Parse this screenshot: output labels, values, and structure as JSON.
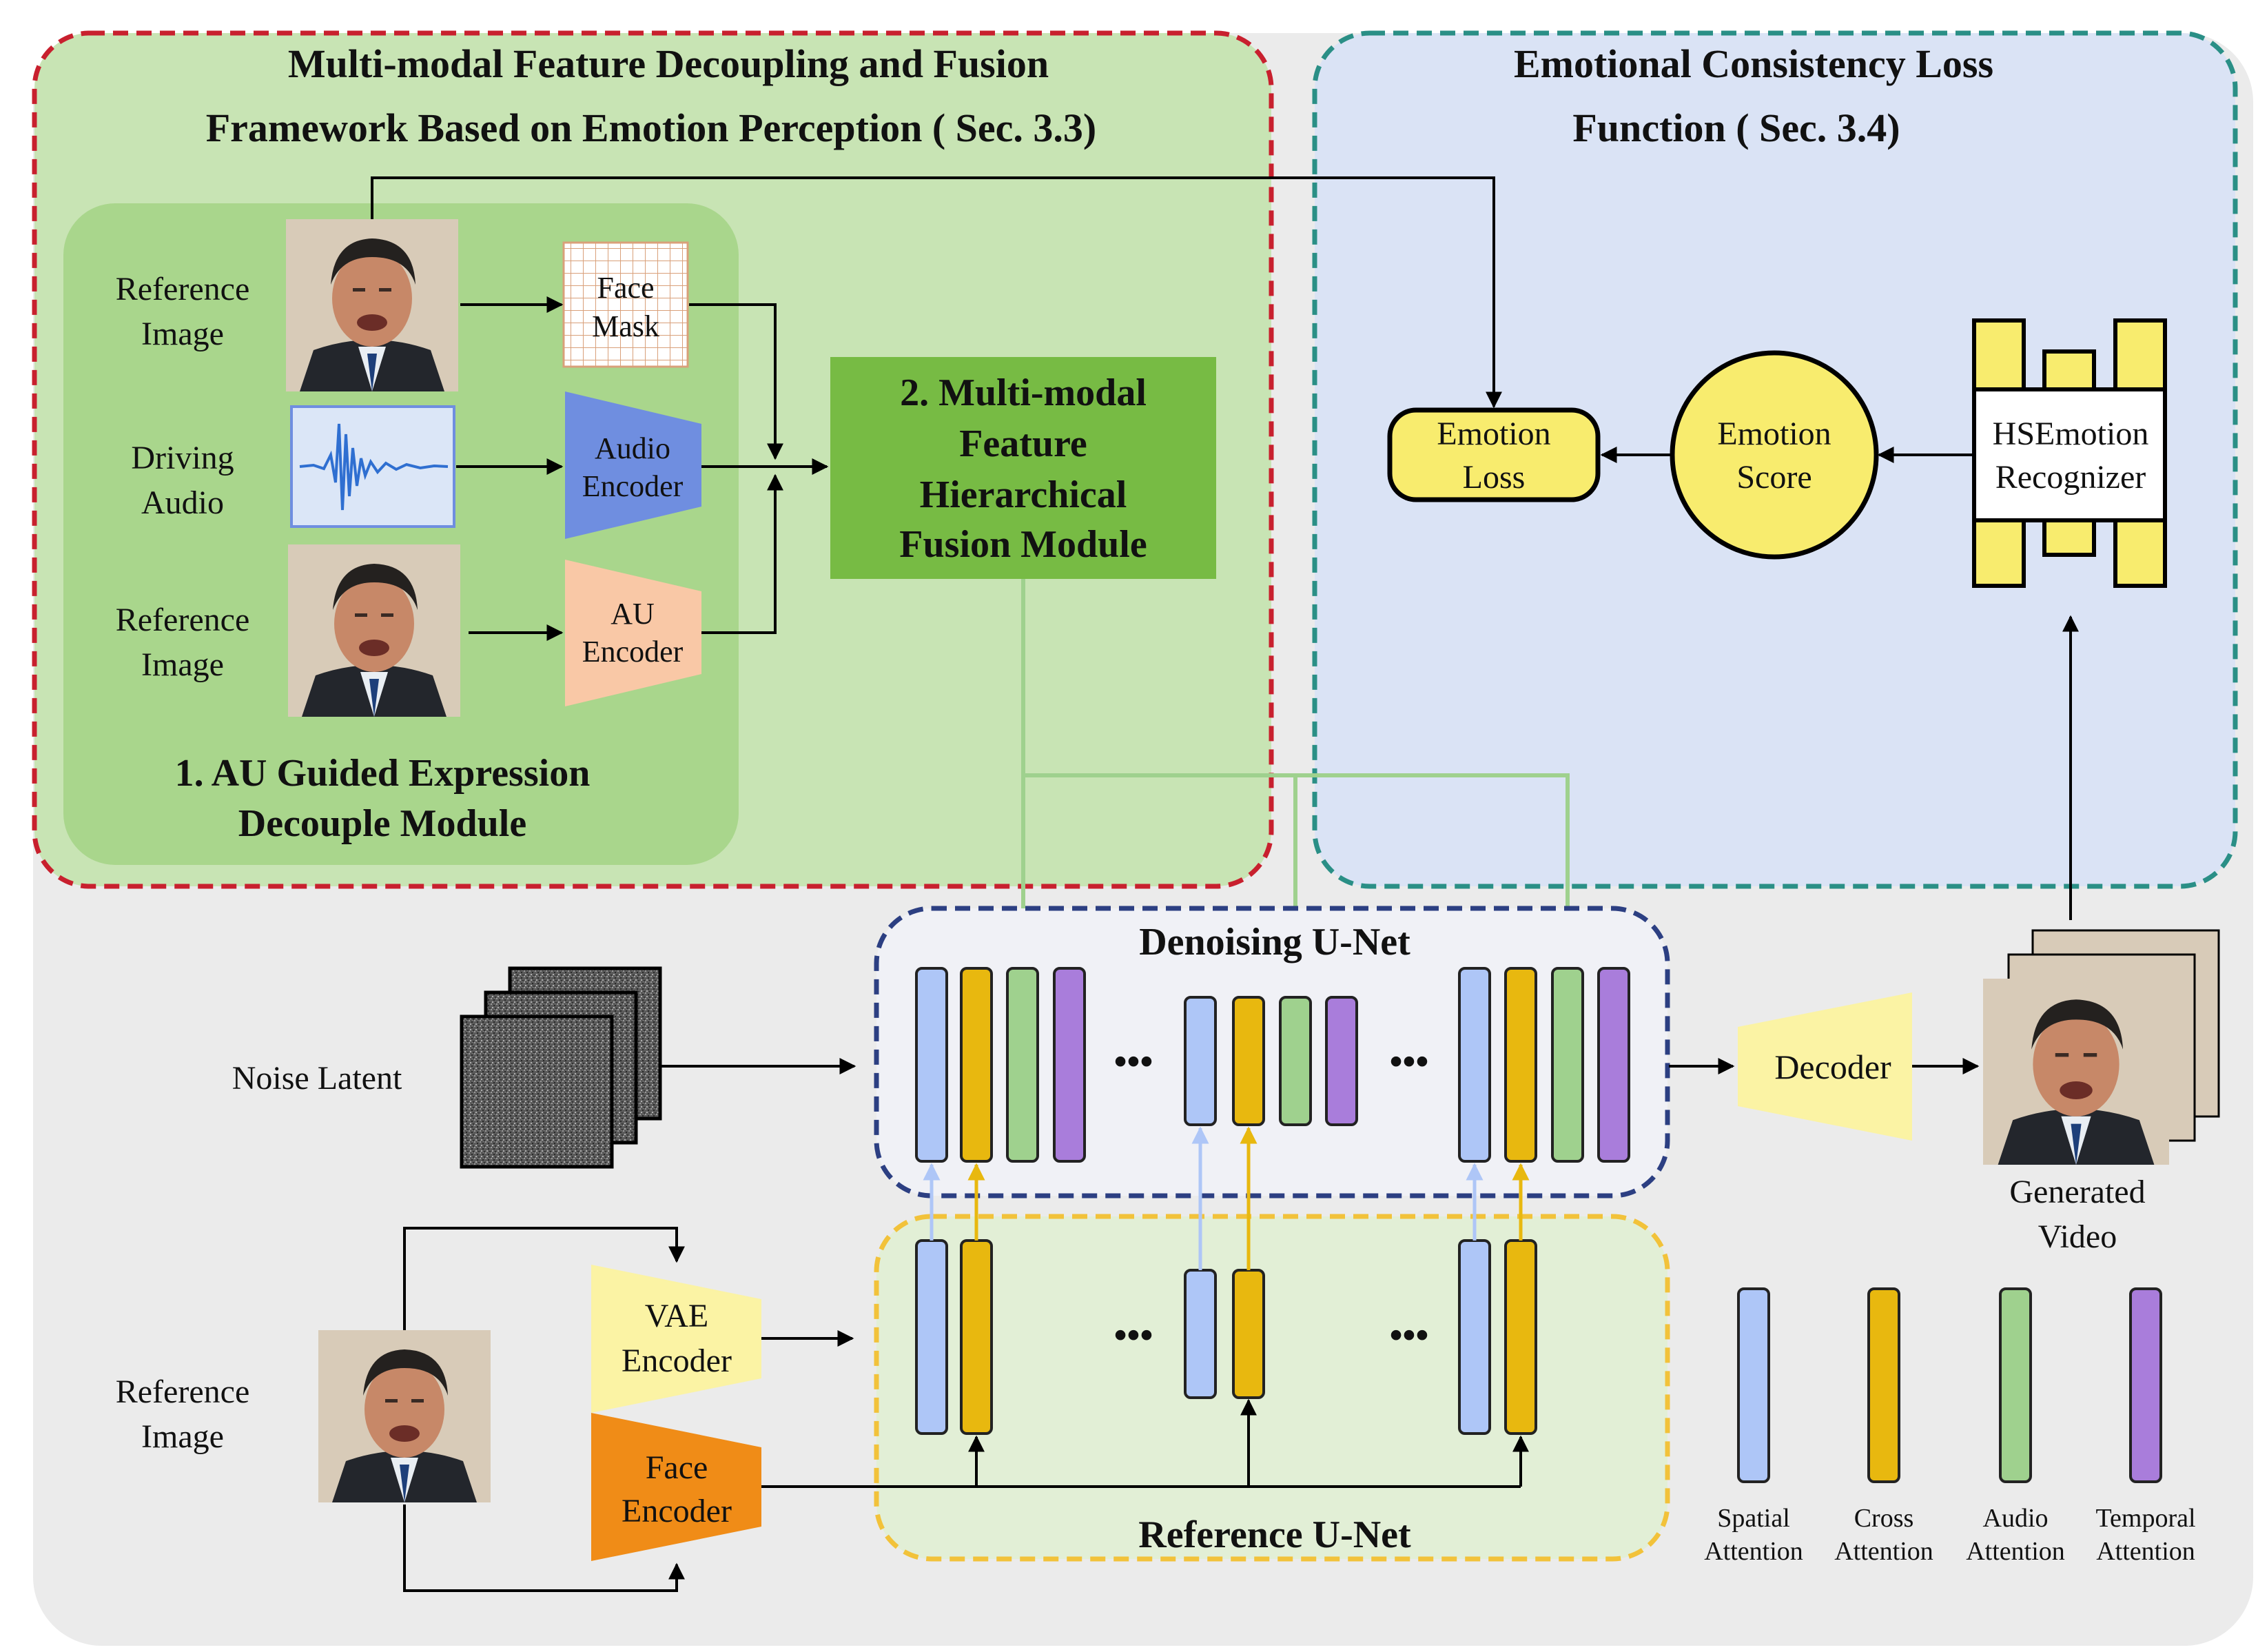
{
  "sections": {
    "framework_title_line1": "Multi-modal Feature Decoupling and Fusion",
    "framework_title_line2": "Framework Based on Emotion Perception ( Sec. 3.3)",
    "loss_title_line1": "Emotional Consistency Loss",
    "loss_title_line2": "Function ( Sec. 3.4)"
  },
  "au_module": {
    "title_line1": "1. AU Guided Expression",
    "title_line2": "Decouple Module",
    "ref_image_label_line1": "Reference",
    "ref_image_label_line2": "Image",
    "driving_audio_label_line1": "Driving",
    "driving_audio_label_line2": "Audio",
    "face_mask_line1": "Face",
    "face_mask_line2": "Mask",
    "audio_encoder_line1": "Audio",
    "audio_encoder_line2": "Encoder",
    "au_encoder_line1": "AU",
    "au_encoder_line2": "Encoder"
  },
  "fusion_module": {
    "line1": "2. Multi-modal",
    "line2": "Feature",
    "line3": "Hierarchical",
    "line4": "Fusion Module"
  },
  "loss": {
    "emotion_loss_line1": "Emotion",
    "emotion_loss_line2": "Loss",
    "emotion_score_line1": "Emotion",
    "emotion_score_line2": "Score",
    "recognizer_line1": "HSEmotion",
    "recognizer_line2": "Recognizer"
  },
  "pipeline": {
    "noise_latent": "Noise Latent",
    "denoising_unet": "Denoising U-Net",
    "reference_unet": "Reference U-Net",
    "decoder": "Decoder",
    "generated_line1": "Generated",
    "generated_line2": "Video",
    "vae_encoder_line1": "VAE",
    "vae_encoder_line2": "Encoder",
    "face_encoder_line1": "Face",
    "face_encoder_line2": "Encoder",
    "ref_image_line1": "Reference",
    "ref_image_line2": "Image",
    "ellipsis": "•••"
  },
  "legend": [
    {
      "line1": "Spatial",
      "line2": "Attention",
      "color": "#aec6f7"
    },
    {
      "line1": "Cross",
      "line2": "Attention",
      "color": "#e8b80f"
    },
    {
      "line1": "Audio",
      "line2": "Attention",
      "color": "#9fd18e"
    },
    {
      "line1": "Temporal",
      "line2": "Attention",
      "color": "#a97ddb"
    }
  ],
  "colors": {
    "background_gray": "#ebebeb",
    "framework_green": "#c8e4b4",
    "au_module_green": "#a9d68c",
    "fusion_green": "#77bb44",
    "loss_blue": "#dae3f5",
    "red_dash": "#c8202e",
    "teal_dash": "#2a8f86",
    "navy_dash": "#2c3f82",
    "yellow_dash": "#f2c23a",
    "emotion_yellow": "#f8ec6e",
    "face_encoder_orange": "#f08c17",
    "vae_yellow": "#fbf3a4",
    "audio_encoder_blue": "#6f8ee0",
    "au_encoder_peach": "#f9c8a6"
  },
  "icons": [
    "face-photo",
    "audio-waveform",
    "noise-latent",
    "emotion-recognizer-icon",
    "arrow-icon"
  ]
}
